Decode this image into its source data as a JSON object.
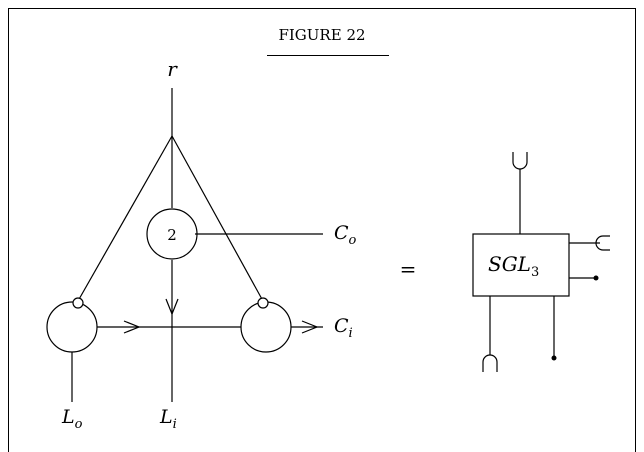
{
  "figure": {
    "title": "FIGURE 22"
  },
  "diagram": {
    "left": {
      "top_label": "r",
      "center_node_label": "2",
      "out_top_right": {
        "base": "C",
        "sub": "o"
      },
      "out_mid_right": {
        "base": "C",
        "sub": "i"
      },
      "bottom_left": {
        "base": "L",
        "sub": "o"
      },
      "bottom_mid": {
        "base": "L",
        "sub": "i"
      }
    },
    "equals": "=",
    "right": {
      "block_label": {
        "base": "SGL",
        "sub": "3"
      }
    }
  }
}
